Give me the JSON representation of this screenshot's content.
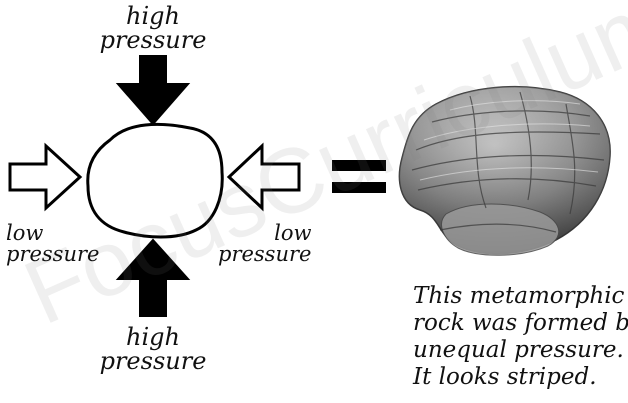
{
  "diagram": {
    "top_label": [
      "high",
      "pressure"
    ],
    "bottom_label": [
      "high",
      "pressure"
    ],
    "left_label": [
      "low",
      "pressure"
    ],
    "right_label": [
      "low",
      "pressure"
    ],
    "caption_lines": [
      "This metamorphic",
      "rock was formed by",
      "unequal pressure.",
      "It looks striped."
    ]
  },
  "watermark": "FocusCurriculum material, please purchase a license",
  "colors": {
    "arrow_fill_high": "#000000",
    "arrow_fill_low": "#ffffff",
    "outline": "#000000",
    "rock_base": "#8a8a8a"
  }
}
